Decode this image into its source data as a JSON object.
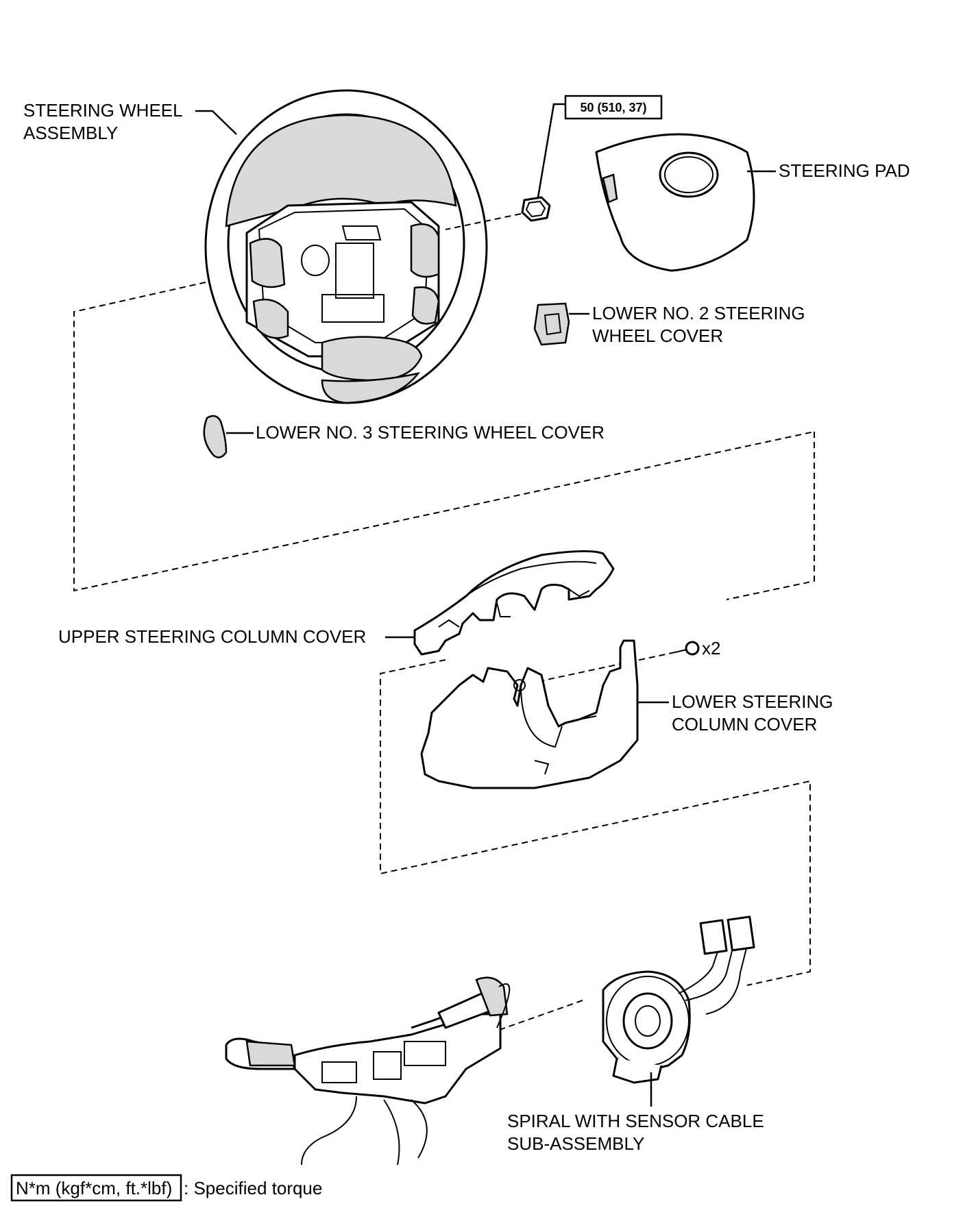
{
  "labels": {
    "steering_wheel_assembly": [
      "STEERING WHEEL",
      "ASSEMBLY"
    ],
    "torque": "50 (510, 37)",
    "steering_pad": "STEERING PAD",
    "lower_no2_cover": [
      "LOWER NO. 2 STEERING",
      "WHEEL COVER"
    ],
    "lower_no3_cover": "LOWER NO. 3 STEERING WHEEL COVER",
    "upper_column_cover": "UPPER STEERING COLUMN COVER",
    "screw_qty": "x2",
    "lower_column_cover": [
      "LOWER STEERING",
      "COLUMN COVER"
    ],
    "spiral_cable": [
      "SPIRAL WITH SENSOR CABLE",
      "SUB-ASSEMBLY"
    ]
  },
  "legend": {
    "unit_box": "N*m (kgf*cm, ft.*lbf)",
    "description": ": Specified torque"
  }
}
